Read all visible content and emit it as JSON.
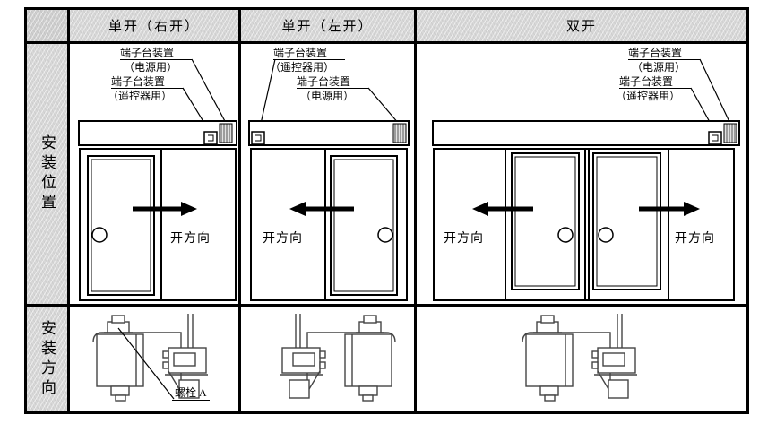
{
  "header": {
    "cols": [
      "单开（右开）",
      "单开（左开）",
      "双开"
    ]
  },
  "side": {
    "position": "安装位置",
    "direction": "安装方向"
  },
  "labels": {
    "terminal": "端子台装置",
    "power": "（电源用）",
    "remote": "（遥控器用）",
    "open_dir": "开方向",
    "bolt_a": "螺栓 A"
  },
  "icons": {
    "power_terminal_block": "hatched-block",
    "remote_terminal_block": "notched-box"
  },
  "colors": {
    "line": "#000000",
    "header_bg": "#d8d8d8",
    "cell_bg": "#ffffff"
  }
}
